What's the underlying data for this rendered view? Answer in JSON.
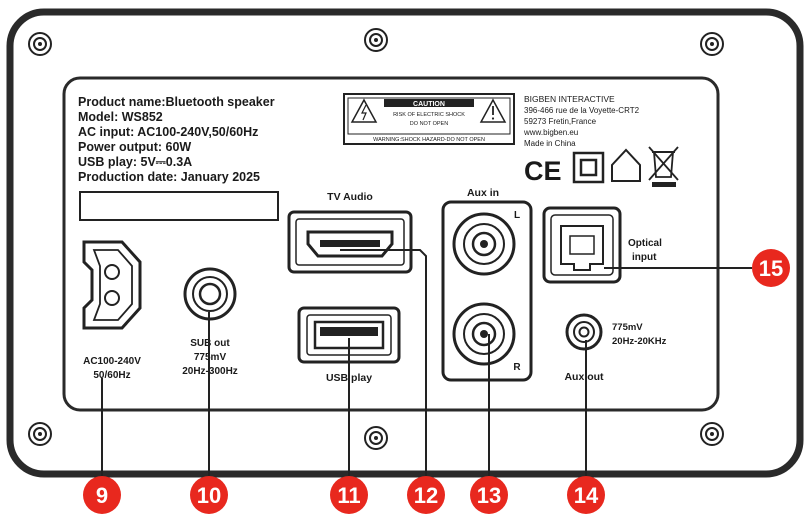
{
  "info": {
    "product_name": "Product name:Bluetooth speaker",
    "model": "Model: WS852",
    "ac_input": "AC input: AC100-240V,50/60Hz",
    "power_output": "Power output: 60W",
    "usb_play": "USB play: 5V⎓0.3A",
    "production_date": "Production date: January 2025"
  },
  "caution": {
    "title": "CAUTION",
    "line1": "RISK OF ELECTRIC SHOCK",
    "line2": "DO NOT OPEN",
    "bottom": "WARNING:SHOCK HAZARD-DO NOT OPEN"
  },
  "manufacturer": {
    "name": "BIGBEN INTERACTIVE",
    "address1": "396-466 rue de la Voyette-CRT2",
    "address2": "59273 Fretin,France",
    "website": "www.bigben.eu",
    "origin": "Made in China"
  },
  "marks": {
    "ce": "CE"
  },
  "ports": {
    "ac": {
      "line1": "AC100-240V",
      "line2": "50/60Hz"
    },
    "sub": {
      "line1": "SUB out",
      "line2": "775mV",
      "line3": "20Hz-300Hz"
    },
    "tv_audio": {
      "label": "TV Audio"
    },
    "usb": {
      "label": "USB play"
    },
    "aux_in": {
      "label": "Aux in",
      "left": "L",
      "right": "R"
    },
    "optical": {
      "line1": "Optical",
      "line2": "input"
    },
    "aux_out": {
      "label": "Aux out",
      "spec1": "775mV",
      "spec2": "20Hz-20KHz"
    }
  },
  "callouts": [
    "9",
    "10",
    "11",
    "12",
    "13",
    "14",
    "15"
  ],
  "colors": {
    "callout": "#e8281e",
    "panel": "#ffffff",
    "border": "#2a2a2a"
  }
}
